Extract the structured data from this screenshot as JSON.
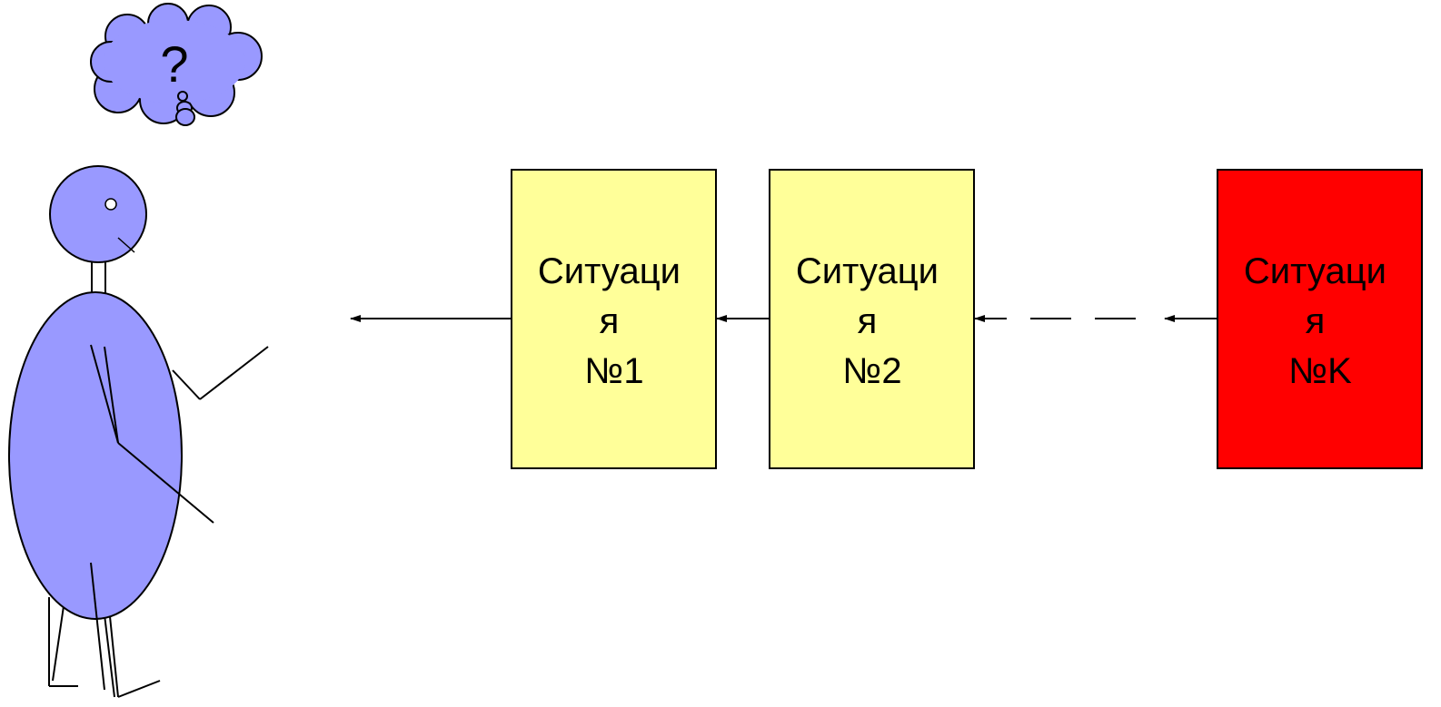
{
  "thought": {
    "symbol": "?"
  },
  "situations": [
    {
      "line1": "Ситуаци",
      "line2": "я",
      "line3": "№1",
      "color": "#FFFF99"
    },
    {
      "line1": "Ситуаци",
      "line2": "я",
      "line3": "№2",
      "color": "#FFFF99"
    },
    {
      "line1": "Ситуаци",
      "line2": "я",
      "line3": "№K",
      "color": "#FF0000"
    }
  ],
  "colors": {
    "figure": "#9999FF",
    "stroke": "#000000"
  }
}
